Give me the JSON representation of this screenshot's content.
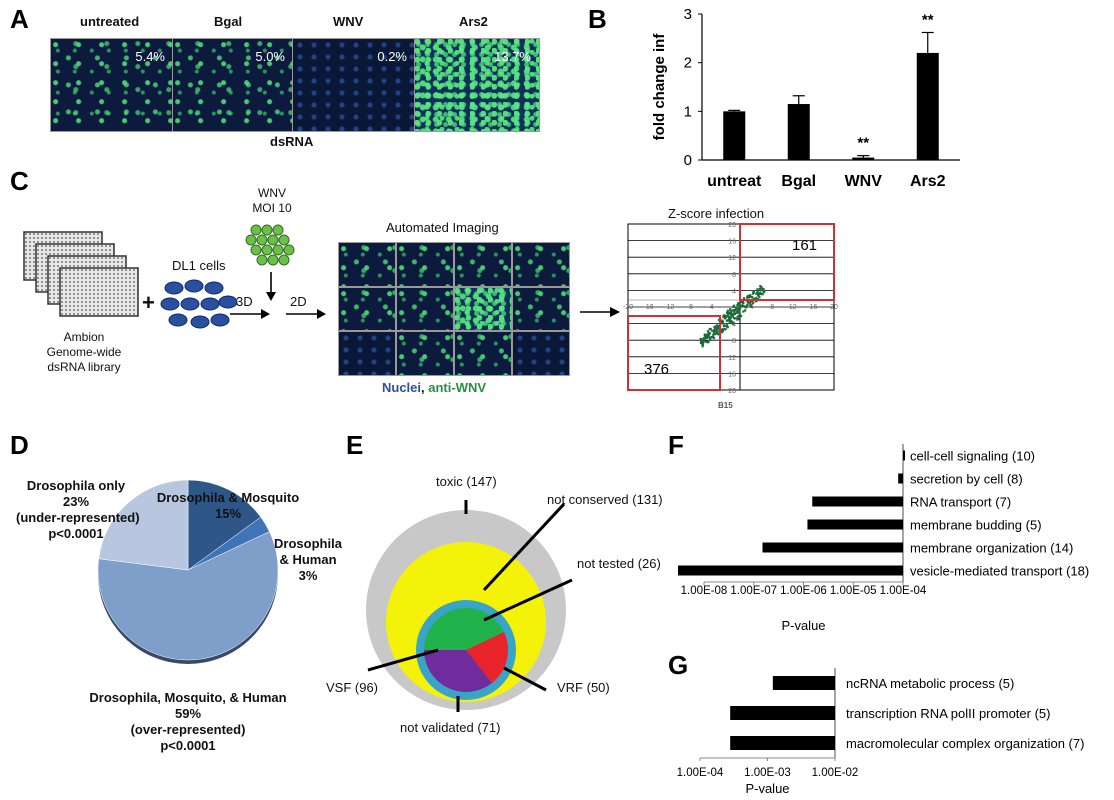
{
  "panelA": {
    "label": "A",
    "columns": [
      {
        "name": "untreated",
        "percent": "5.4%"
      },
      {
        "name": "Bgal",
        "percent": "5.0%"
      },
      {
        "name": "WNV",
        "percent": "0.2%"
      },
      {
        "name": "Ars2",
        "percent": "13.7%"
      }
    ],
    "xlabel": "dsRNA"
  },
  "panelB": {
    "label": "B"
  },
  "panelC": {
    "label": "C",
    "library_lines": [
      "Ambion",
      "Genome-wide",
      "dsRNA library"
    ],
    "plus": "+",
    "cells_label": "DL1 cells",
    "virus_lines": [
      "WNV",
      "MOI 10"
    ],
    "step1": "3D",
    "step2": "2D",
    "imaging_title": "Automated Imaging",
    "legend_nuclei": "Nuclei",
    "legend_sep": ", ",
    "legend_anti": "anti-WNV",
    "zscore_title": "Z-score infection",
    "box_top_count": "161",
    "box_bottom_count": "376",
    "plate_label": "B15",
    "y_ticks": [
      "20",
      "16",
      "12",
      "8",
      "4",
      "",
      "4",
      "8",
      "12",
      "16",
      "20"
    ],
    "x_ticks": [
      "-20",
      "-16",
      "-12",
      "-8",
      "-4",
      "",
      "4",
      "8",
      "12",
      "16",
      "20"
    ]
  },
  "panelD": {
    "label": "D",
    "slices": [
      {
        "lines": [
          "Drosophila only",
          "23%",
          "(under-represented)",
          "p<0.0001"
        ],
        "value": 23,
        "color": "#b8c7df"
      },
      {
        "lines": [
          "Drosophila & Mosquito",
          "15%"
        ],
        "value": 15,
        "color": "#2e5687"
      },
      {
        "lines": [
          "Drosophila",
          "& Human",
          "3%"
        ],
        "value": 3,
        "color": "#3f74b8"
      },
      {
        "lines": [
          "Drosophila, Mosquito, & Human",
          "59%",
          "(over-represented)",
          "p<0.0001"
        ],
        "value": 59,
        "color": "#7f9fcb"
      }
    ]
  },
  "panelE": {
    "label": "E",
    "labels": {
      "toxic": "toxic (147)",
      "not_conserved": "not conserved (131)",
      "not_tested": "not tested (26)",
      "vsf": "VSF (96)",
      "vrf": "VRF (50)",
      "not_validated": "not validated (71)"
    },
    "colors": {
      "toxic": "#c8c8c8",
      "not_conserved": "#f5f20a",
      "not_tested": "#3aa4c8",
      "vsf": "#22b24c",
      "vrf": "#e8242a",
      "not_validated": "#6e2c9c"
    }
  },
  "panelF": {
    "label": "F"
  },
  "panelG": {
    "label": "G"
  },
  "chart_data": [
    {
      "id": "B",
      "type": "bar",
      "categories": [
        "untreat",
        "Bgal",
        "WNV",
        "Ars2"
      ],
      "values": [
        1.0,
        1.15,
        0.05,
        2.2
      ],
      "errors": [
        0.02,
        0.17,
        0.04,
        0.42
      ],
      "significance": [
        "",
        "",
        "**",
        "**"
      ],
      "ylabel": "fold change inf",
      "ylim": [
        0,
        3
      ],
      "yticks": [
        0,
        1,
        2,
        3
      ],
      "color": "#000000"
    },
    {
      "id": "F",
      "type": "bar",
      "orientation": "horizontal",
      "scale": "log",
      "categories": [
        "cell-cell signaling (10)",
        "secretion by cell (8)",
        "RNA transport (7)",
        "membrane budding (5)",
        "membrane organization (14)",
        "vesicle-mediated transport (18)"
      ],
      "values": [
        0.0001,
        8e-05,
        1.5e-06,
        1.2e-06,
        1.5e-07,
        3e-09
      ],
      "xticks": [
        "1.00E-08",
        "1.00E-07",
        "1.00E-06",
        "1.00E-05",
        "1.00E-04"
      ],
      "xlim": [
        1e-08,
        0.0001
      ],
      "xlabel": "P-value",
      "color": "#000000"
    },
    {
      "id": "G",
      "type": "bar",
      "orientation": "horizontal",
      "scale": "log",
      "categories": [
        "ncRNA metabolic process (5)",
        "transcription RNA polII promoter (5)",
        "macromolecular complex organization (7)"
      ],
      "values": [
        0.0012,
        0.00028,
        0.00028
      ],
      "xticks": [
        "1.00E-04",
        "1.00E-03",
        "1.00E-02"
      ],
      "xlim": [
        0.0001,
        0.01
      ],
      "xlabel": "P-value",
      "color": "#000000"
    }
  ]
}
